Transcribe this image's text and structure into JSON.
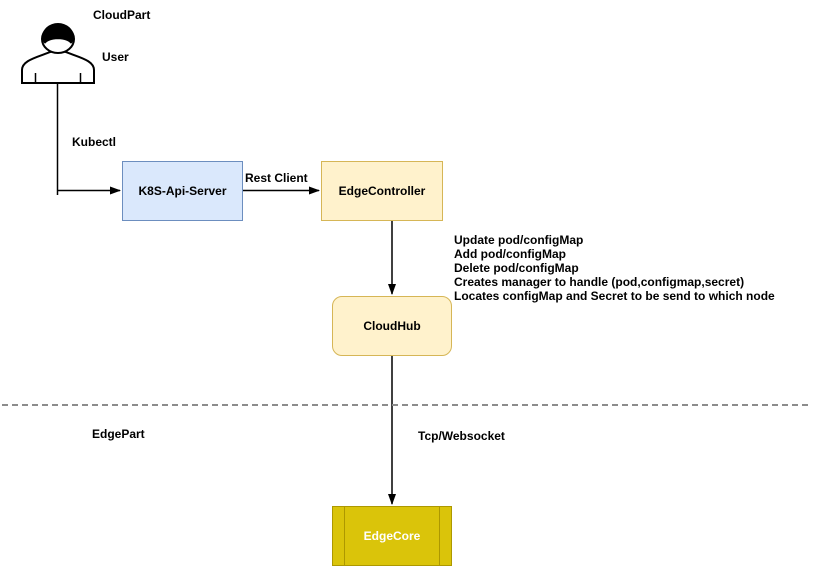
{
  "diagram": {
    "labels": {
      "cloud_part": "CloudPart",
      "user": "User",
      "kubectl": "Kubectl",
      "rest_client": "Rest Client",
      "edge_part": "EdgePart",
      "tcp_websocket": "Tcp/Websocket"
    },
    "nodes": {
      "k8s_api_server": {
        "label": "K8S-Api-Server",
        "fill": "#DAE8FC",
        "border": "#6C8EBF",
        "text_color": "#000000"
      },
      "edge_controller": {
        "label": "EdgeController",
        "fill": "#FFF2CC",
        "border": "#D6B656",
        "text_color": "#000000"
      },
      "cloud_hub": {
        "label": "CloudHub",
        "fill": "#FFF2CC",
        "border": "#D6B656",
        "text_color": "#000000"
      },
      "edge_core": {
        "label": "EdgeCore",
        "fill": "#DAC40A",
        "border": "#AD9800",
        "text_color": "#FFFFFF"
      }
    },
    "annotations": [
      "Update pod/configMap",
      "Add pod/configMap",
      "Delete pod/configMap",
      "Creates manager to handle (pod,configmap,secret)",
      "Locates configMap and Secret to be send to which node"
    ],
    "separator_color": "#8C8C8C",
    "connector_color": "#000000"
  }
}
